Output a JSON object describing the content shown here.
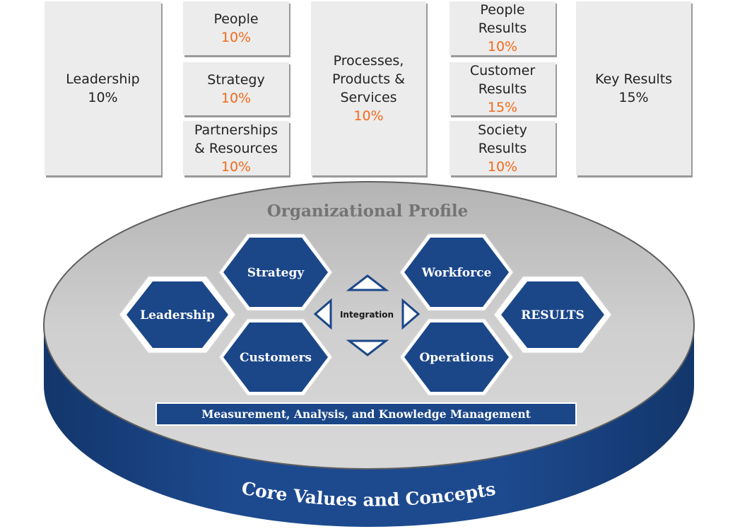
{
  "criteria_boxes": {
    "leadership": {
      "label": "Leadership",
      "weight": "10%"
    },
    "people": {
      "label": "People",
      "weight": "10%"
    },
    "strategy": {
      "label": "Strategy",
      "weight": "10%"
    },
    "partnerships": {
      "label": "Partnerships\n& Resources",
      "weight": "10%"
    },
    "processes": {
      "label": "Processes,\nProducts &\nServices",
      "weight": "10%"
    },
    "people_results": {
      "label": "People\nResults",
      "weight": "10%"
    },
    "customer_results": {
      "label": "Customer\nResults",
      "weight": "15%"
    },
    "society_results": {
      "label": "Society\nResults",
      "weight": "10%"
    },
    "key_results": {
      "label": "Key Results",
      "weight": "15%"
    }
  },
  "framework": {
    "profile_title": "Organizational Profile",
    "hexagons": {
      "leadership": "Leadership",
      "strategy": "Strategy",
      "customers": "Customers",
      "workforce": "Workforce",
      "operations": "Operations",
      "results": "RESULTS"
    },
    "integration_label": "Integration",
    "measurement_bar": "Measurement, Analysis, and Knowledge Management",
    "base_label": "Core Values and Concepts"
  },
  "colors": {
    "accent_orange": "#f26a1b",
    "hex_blue": "#1b4789",
    "disk_top": "#c8c8c8",
    "disk_side": "#1b4789"
  }
}
